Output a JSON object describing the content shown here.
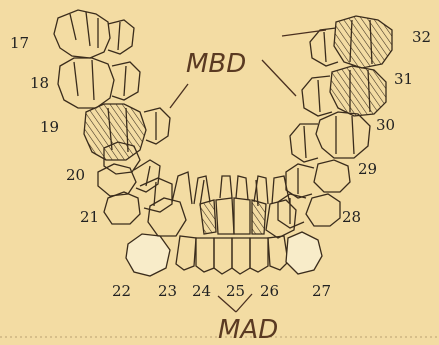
{
  "tooth_numbers": [
    "17",
    "18",
    "19",
    "20",
    "21",
    "22",
    "23",
    "24",
    "25",
    "26",
    "27",
    "28",
    "29",
    "30",
    "31",
    "32"
  ],
  "annotations": {
    "upper": "MBD",
    "lower": "MAD"
  }
}
